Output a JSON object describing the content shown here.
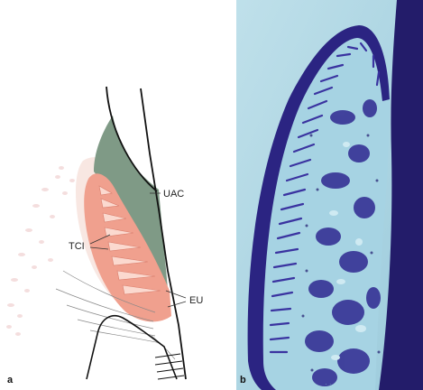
{
  "figure": {
    "panel_a": {
      "panel_label": "a",
      "labels": {
        "uac": "UAC",
        "tci": "TCI",
        "eu": "EU"
      },
      "colors": {
        "green_region": "#7f9a86",
        "pink_region": "#f0a08e",
        "outline": "#111111",
        "faint_cells": "#f2d6d6"
      }
    },
    "panel_b": {
      "panel_label": "b",
      "colors": {
        "stain_dark": "#1f1a6e",
        "stain_mid": "#3b37a8",
        "background_light": "#9dcfe0",
        "cell_light": "#c7e6ef"
      }
    }
  }
}
